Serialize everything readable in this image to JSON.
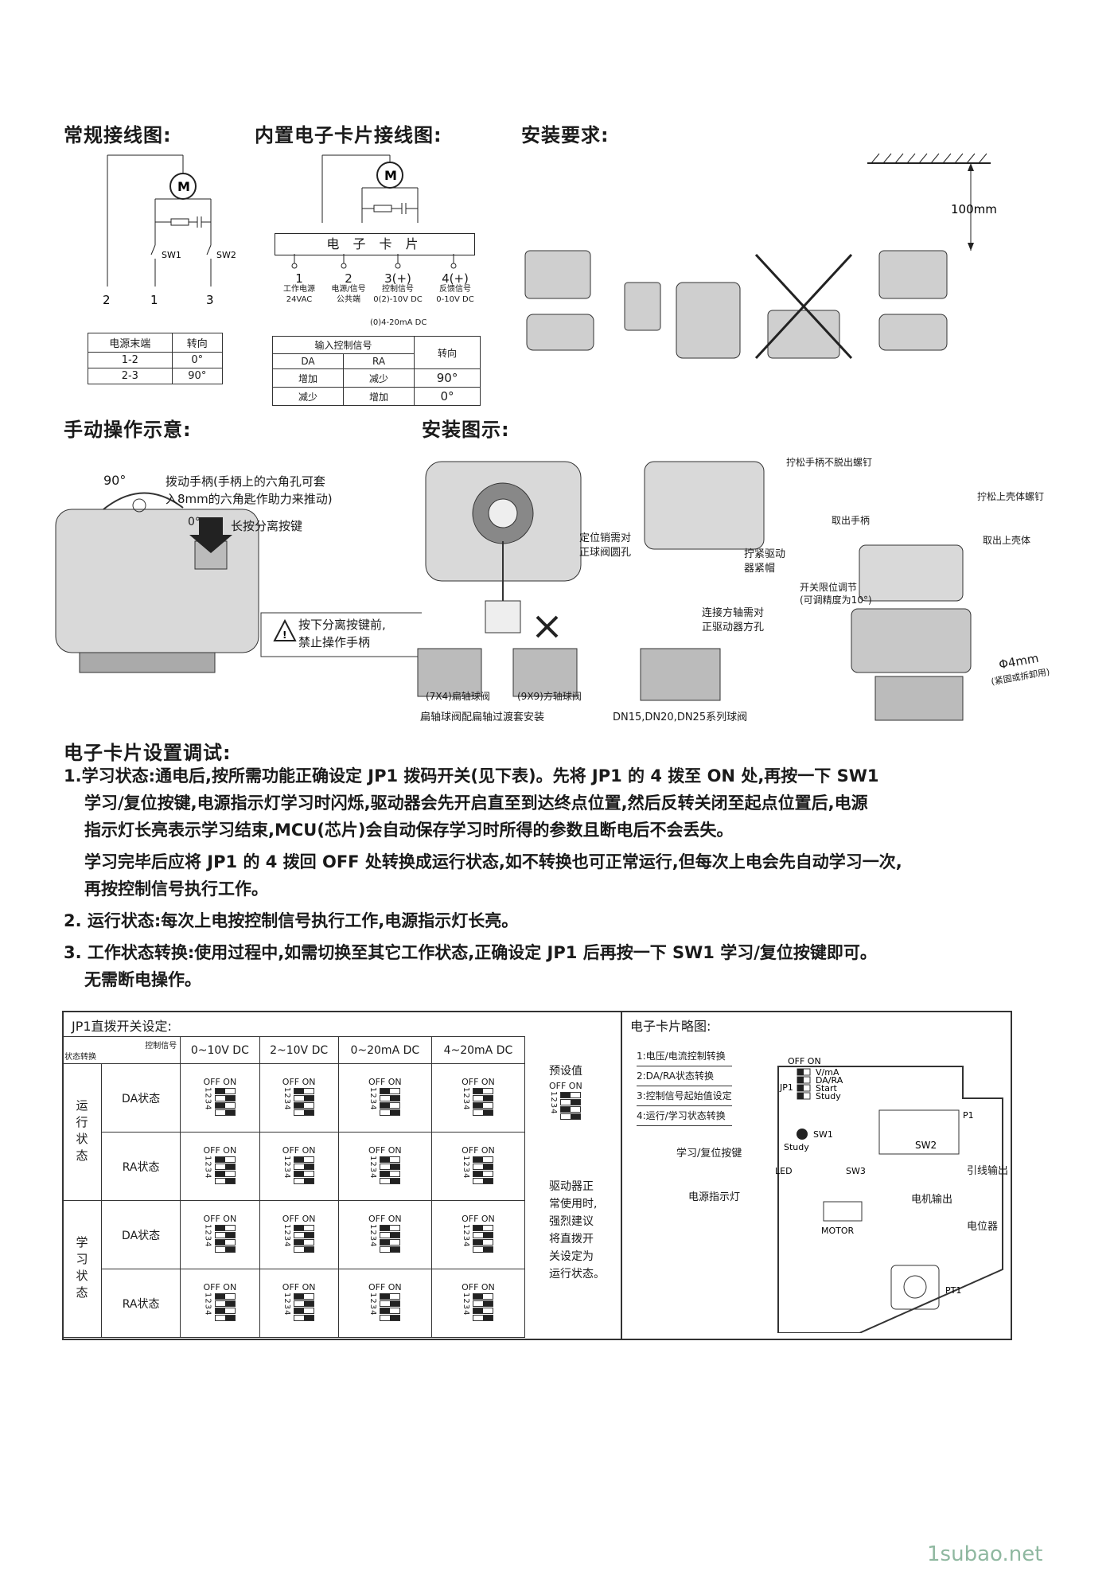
{
  "headings": {
    "wiring_standard": "常规接线图:",
    "wiring_card": "内置电子卡片接线图:",
    "install_req": "安装要求:",
    "manual": "手动操作示意:",
    "install_fig": "安装图示:",
    "card_setup": "电子卡片设置调试:"
  },
  "wiring_standard": {
    "motor": "M",
    "sw1": "SW1",
    "sw2": "SW2",
    "terminals": [
      "2",
      "1",
      "3"
    ],
    "table_headers": [
      "电源末端",
      "转向"
    ],
    "table_rows": [
      [
        "1-2",
        "0°"
      ],
      [
        "2-3",
        "90°"
      ]
    ]
  },
  "wiring_card": {
    "motor": "M",
    "card_label": "电 子 卡 片",
    "terminals": [
      {
        "num": "1",
        "line1": "工作电源",
        "line2": "24VAC"
      },
      {
        "num": "2",
        "line1": "电源/信号",
        "line2": "公共端"
      },
      {
        "num": "3(+)",
        "line1": "控制信号",
        "line2": "0(2)-10V DC"
      },
      {
        "num": "4(+)",
        "line1": "反馈信号",
        "line2": "0-10V DC"
      }
    ],
    "extra_signal": "(0)4-20mA DC",
    "table_header_input": "输入控制信号",
    "table_header_da": "DA",
    "table_header_ra": "RA",
    "table_header_dir": "转向",
    "table_rows": [
      [
        "增加",
        "减少",
        "90°"
      ],
      [
        "减少",
        "增加",
        "0°"
      ]
    ]
  },
  "install_req": {
    "distance": "100mm"
  },
  "manual": {
    "angle_90": "90°",
    "angle_0": "0°",
    "step2": "拨动手柄(手柄上的六角孔可套入8mm的六角匙作助力来推动)",
    "step2_l1": "拨动手柄(手柄上的六角孔可套",
    "step2_l2": "入8mm的六角匙作助力来推动)",
    "step1": "长按分离按键",
    "warn_l1": "按下分离按键前,",
    "warn_l2": "禁止操作手柄"
  },
  "install_fig": {
    "valve_flat": "(7X4)扁轴球阀",
    "valve_square": "(9X9)方轴球阀",
    "adapter_note": "扁轴球阀配扁轴过渡套安装",
    "series": "DN15,DN20,DN25系列球阀",
    "step2_l1": "定位销需对",
    "step2_l2": "正球阀圆孔",
    "step3_l1": "拧紧驱动",
    "step3_l2": "器紧帽",
    "step1_l1": "连接方轴需对",
    "step1_l2": "正驱动器方孔",
    "r_step1": "拧松手柄不脱出螺钉",
    "r_step2": "拧松上壳体螺钉",
    "r_step3": "取出手柄",
    "r_step4": "取出上壳体",
    "limit_l1": "开关限位调节",
    "limit_l2": "(可调精度为10°)",
    "hex": "Φ4mm",
    "hex_note": "(紧固或拆卸用)"
  },
  "card_setup": {
    "item1_a": "1.学习状态:通电后,按所需功能正确设定 JP1 拨码开关(见下表)。先将 JP1 的 4 拨至 ON 处,再按一下 SW1",
    "item1_b": "学习/复位按键,电源指示灯学习时闪烁,驱动器会先开启直至到达终点位置,然后反转关闭至起点位置后,电源",
    "item1_c": "指示灯长亮表示学习结束,MCU(芯片)会自动保存学习时所得的参数且断电后不会丢失。",
    "item1_d": "学习完毕后应将 JP1 的 4 拨回 OFF 处转换成运行状态,如不转换也可正常运行,但每次上电会先自动学习一次,",
    "item1_e": "再按控制信号执行工作。",
    "item2": "2. 运行状态:每次上电按控制信号执行工作,电源指示灯长亮。",
    "item3_a": "3. 工作状态转换:使用过程中,如需切换至其它工作状态,正确设定 JP1 后再按一下 SW1 学习/复位按键即可。",
    "item3_b": "无需断电操作。"
  },
  "jp1_table": {
    "title": "JP1直拨开关设定:",
    "corner_top": "控制信号",
    "corner_bottom": "状态转换",
    "signals": [
      "0~10V DC",
      "2~10V DC",
      "0~20mA DC",
      "4~20mA DC"
    ],
    "group_run": "运行状态",
    "group_learn": "学习状态",
    "row_da": "DA状态",
    "row_ra": "RA状态",
    "off_on": "OFF ON",
    "digits": "1234",
    "preset": "预设值",
    "note": "驱动器正常使用时,强烈建议将直拨开关设定为运行状态。",
    "note_lines": [
      "驱动器正",
      "常使用时,",
      "强烈建议",
      "将直拨开",
      "关设定为",
      "运行状态。"
    ]
  },
  "card_diagram": {
    "title": "电子卡片略图:",
    "legend": [
      "1:电压/电流控制转换",
      "2:DA/RA状态转换",
      "3:控制信号起始值设定",
      "4:运行/学习状态转换"
    ],
    "switch_labels": [
      "V/mA",
      "DA/RA",
      "Start",
      "Study"
    ],
    "off_on": "OFF ON",
    "jp1": "JP1",
    "sw1": "SW1",
    "study": "Study",
    "led": "LED",
    "sw2": "SW2",
    "sw3": "SW3",
    "p1": "P1",
    "pt1": "PT1",
    "motor": "MOTOR",
    "learn_btn": "学习/复位按键",
    "power_led": "电源指示灯",
    "lead_out": "引线输出",
    "motor_out": "电机输出",
    "pot": "电位器"
  },
  "watermark": "1subao.net"
}
